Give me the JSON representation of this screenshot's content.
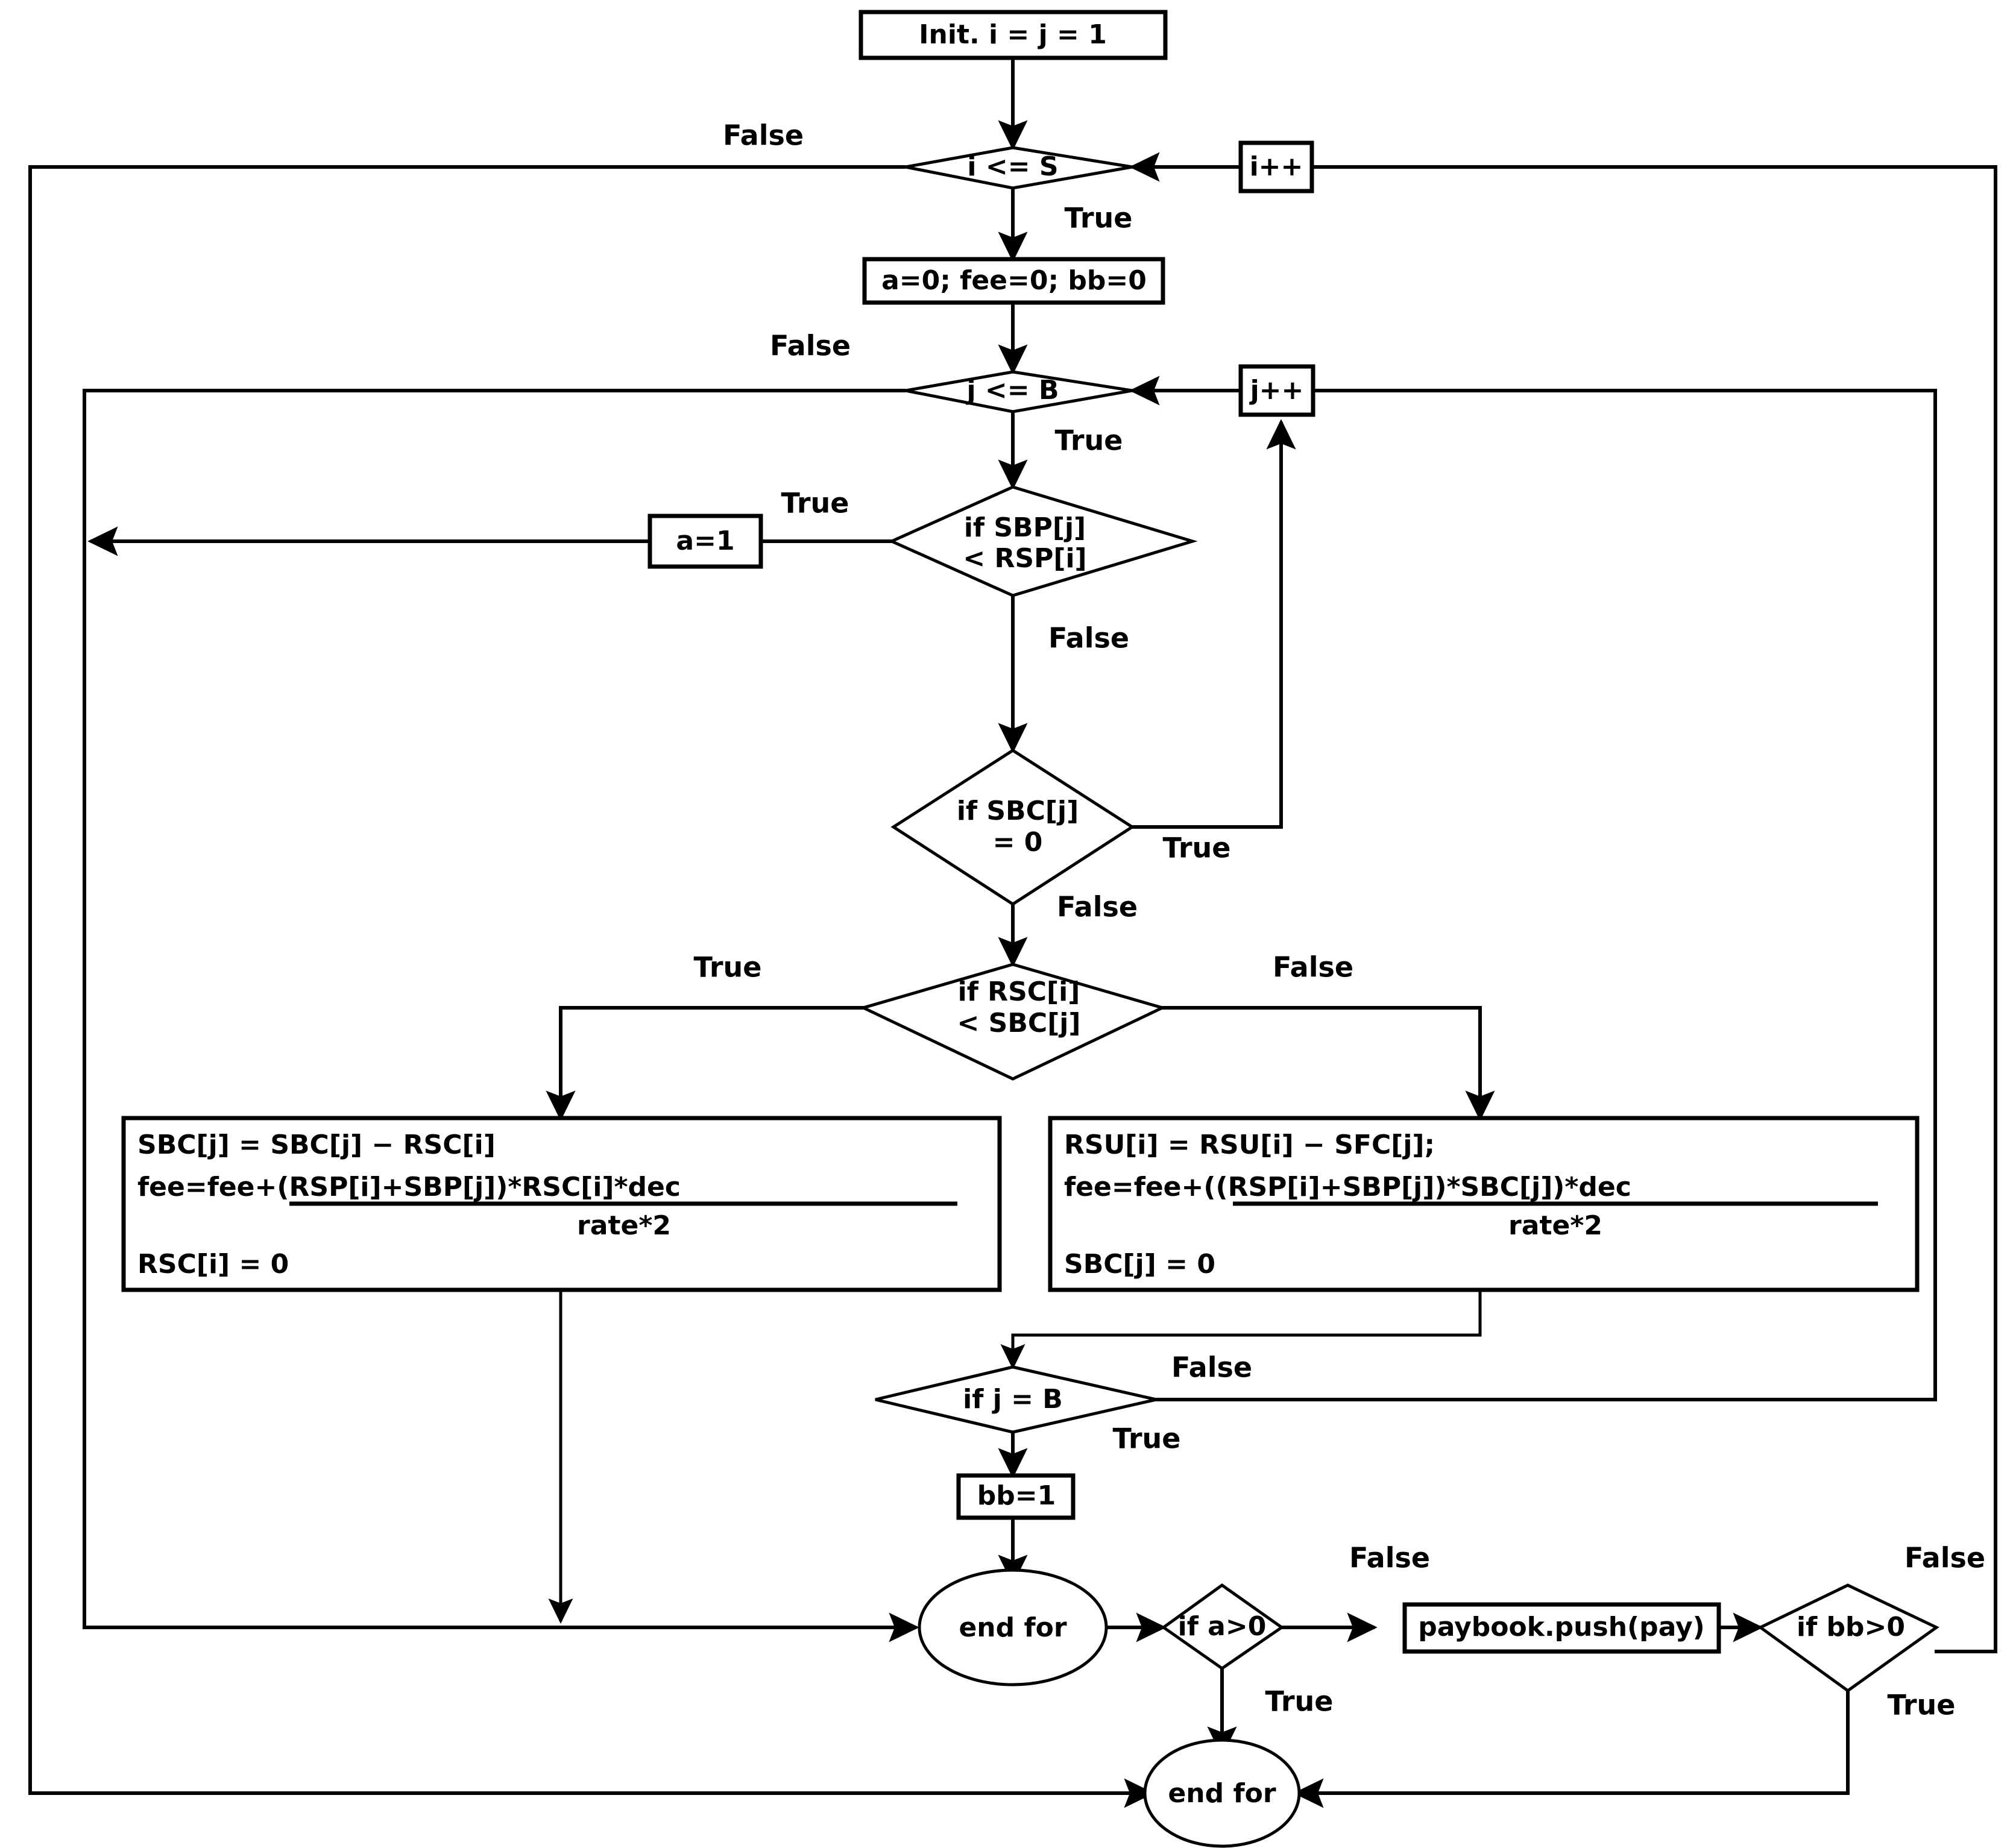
{
  "diagram": {
    "title": "Fee settlement matching loop flowchart",
    "stroke_color": "#000000",
    "background_color": "#ffffff"
  },
  "nodes": {
    "init": {
      "label": "Init. i = j = 1",
      "shape": "process"
    },
    "i_le_s": {
      "label": "i <= S",
      "shape": "decision"
    },
    "i_inc": {
      "label": "i++",
      "shape": "process"
    },
    "reset_vars": {
      "label": "a=0; fee=0; bb=0",
      "shape": "process"
    },
    "j_le_b": {
      "label": "j <= B",
      "shape": "decision"
    },
    "j_inc": {
      "label": "j++",
      "shape": "process"
    },
    "a_set": {
      "label": "a=1",
      "shape": "process"
    },
    "if_sbp": {
      "line1": "if SBP[j]",
      "line2": "< RSP[i]",
      "shape": "decision"
    },
    "if_sbc_zero": {
      "line1": "if SBC[j]",
      "line2": "= 0",
      "shape": "decision"
    },
    "if_rsc_lt_sbc": {
      "line1": "if RSC[i]",
      "line2": "< SBC[j]",
      "shape": "decision"
    },
    "proc_left": {
      "shape": "process",
      "line1": "SBC[j] = SBC[j] − RSC[i]",
      "line2_prefix": "fee=fee+",
      "line2_numerator": "(RSP[i]+SBP[j])*RSC[i]*dec",
      "line2_denominator": "rate*2",
      "line3": "RSC[i] = 0"
    },
    "proc_right": {
      "shape": "process",
      "line1": "RSU[i] = RSU[i] − SFC[j];",
      "line2_prefix": "fee=fee+",
      "line2_numerator": "((RSP[i]+SBP[j])*SBC[j])*dec",
      "line2_denominator": "rate*2",
      "line3": "SBC[j] = 0"
    },
    "if_j_eq_b": {
      "label": "if j = B",
      "shape": "decision"
    },
    "bb_set": {
      "label": "bb=1",
      "shape": "process"
    },
    "end_for_inner": {
      "label": "end for",
      "shape": "terminal"
    },
    "if_a_gt0": {
      "label": "if a>0",
      "shape": "decision"
    },
    "paybook": {
      "label": "paybook.push(pay)",
      "shape": "process"
    },
    "if_bb_gt0": {
      "label": "if bb>0",
      "shape": "decision"
    },
    "end_for_outer": {
      "label": "end for",
      "shape": "terminal"
    }
  },
  "edge_labels": {
    "i_le_s_false": "False",
    "i_le_s_true": "True",
    "j_le_b_false": "False",
    "j_le_b_true": "True",
    "if_sbp_true": "True",
    "if_sbp_false": "False",
    "if_sbc_zero_true": "True",
    "if_sbc_zero_false": "False",
    "if_rsc_true": "True",
    "if_rsc_false": "False",
    "if_j_eq_b_false": "False",
    "if_j_eq_b_true": "True",
    "if_a_gt0_false": "False",
    "if_a_gt0_true": "True",
    "if_bb_gt0_false": "False",
    "if_bb_gt0_true": "True"
  }
}
